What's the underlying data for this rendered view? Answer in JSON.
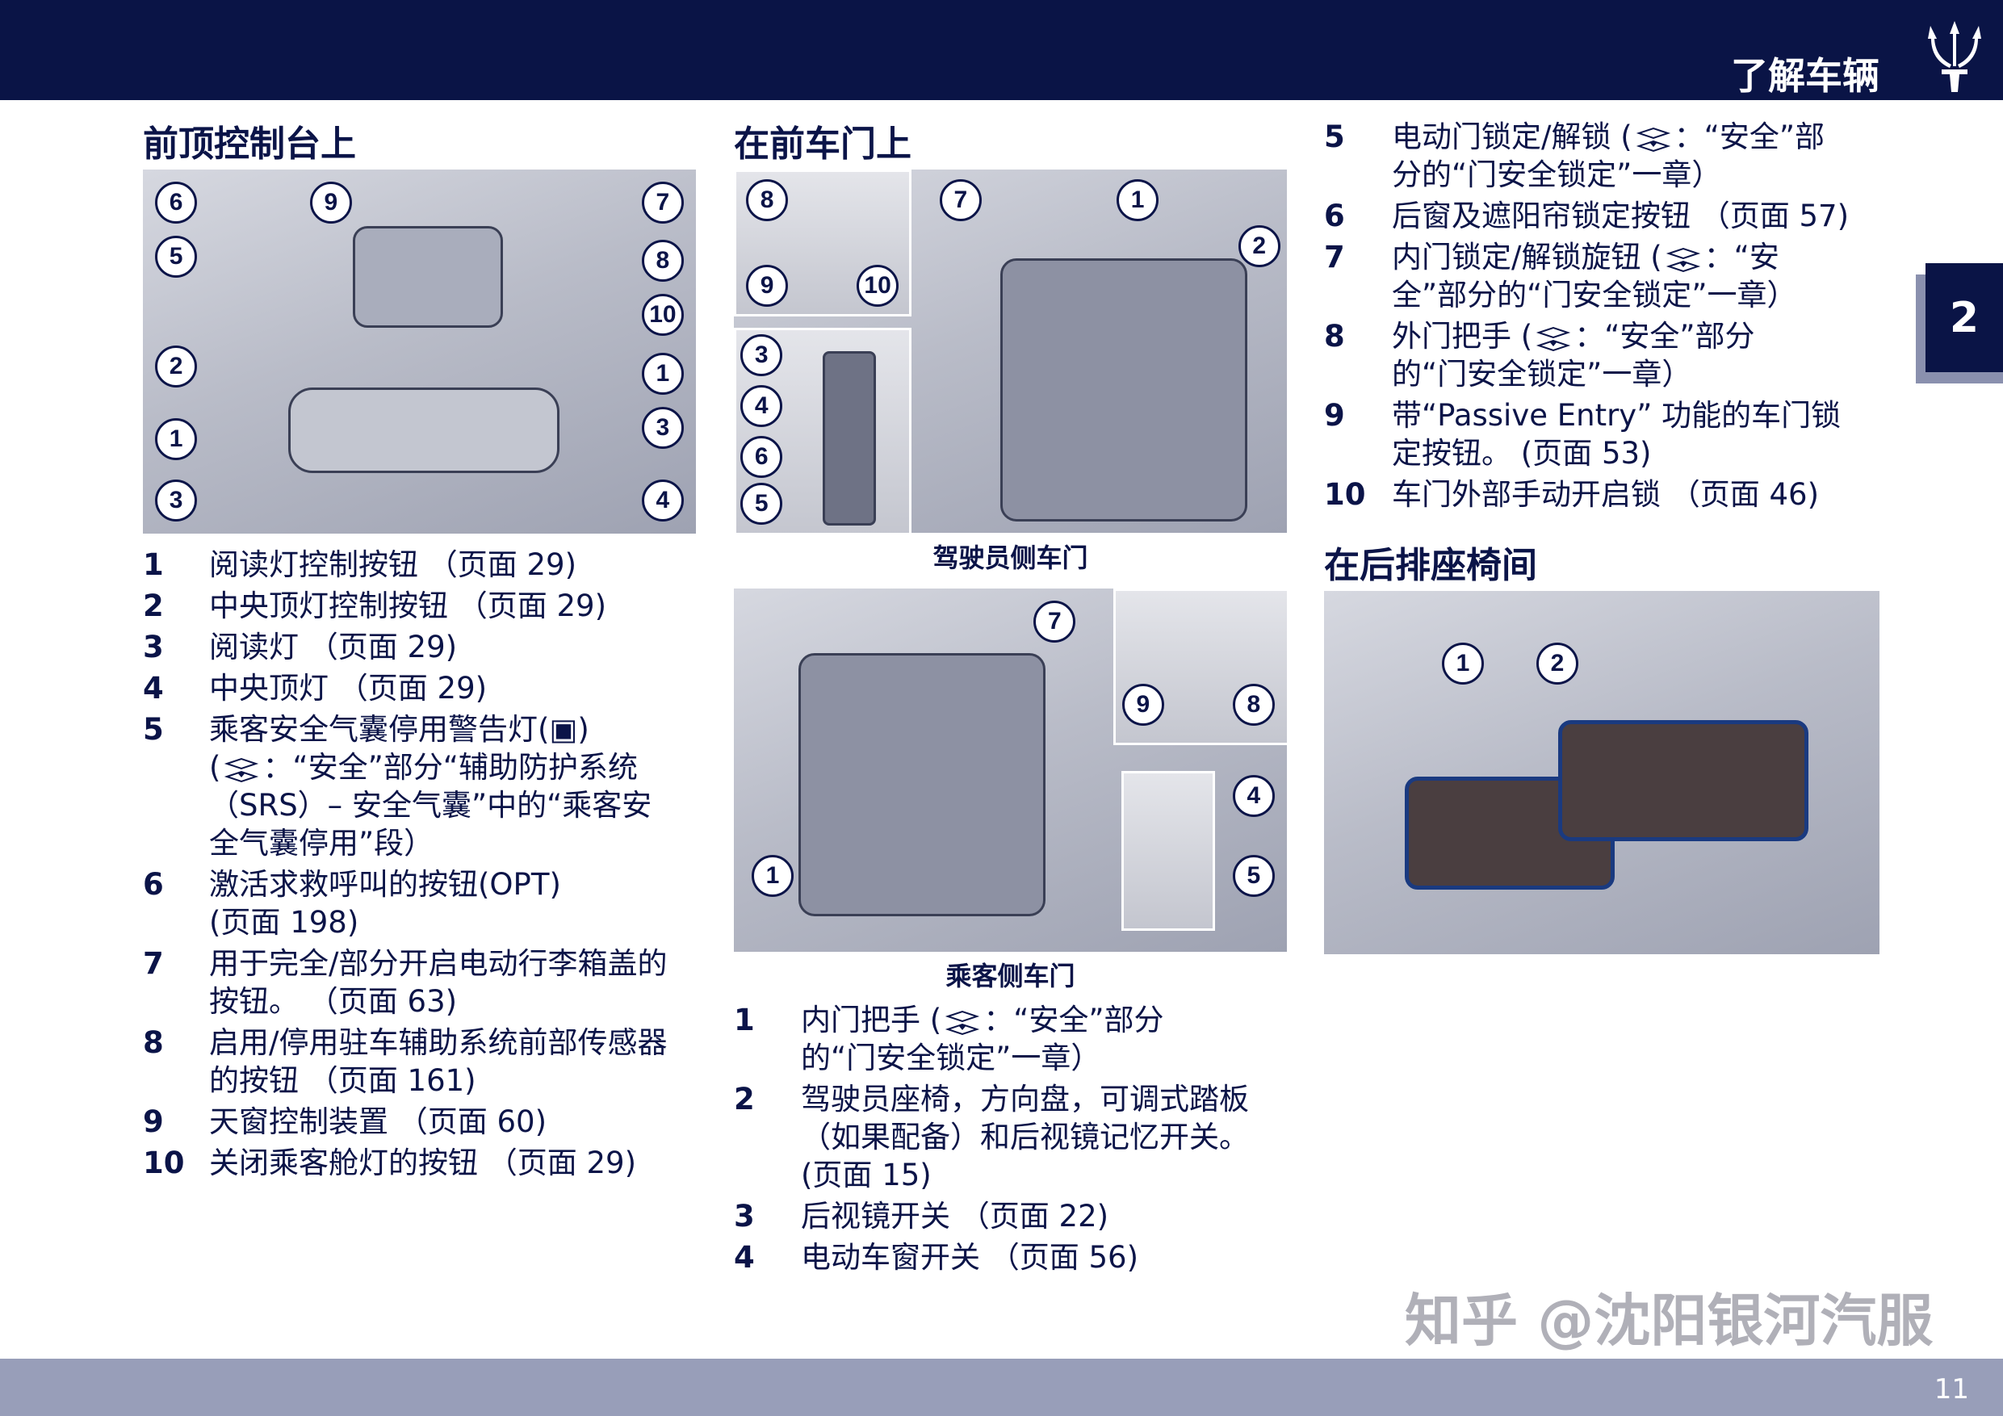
{
  "header": {
    "title": "了解车辆",
    "logo": "maserati-trident-logo",
    "color": "#0a1446"
  },
  "chapter_tab": "2",
  "footer": {
    "page_number": "11",
    "color": "#989eb9"
  },
  "watermark": "知乎 @沈阳银河汽服",
  "col1": {
    "heading": "前顶控制台上",
    "callouts": [
      "6",
      "9",
      "7",
      "5",
      "8",
      "10",
      "2",
      "1",
      "1",
      "3",
      "3",
      "4"
    ],
    "items": [
      {
        "num": "1",
        "lines": [
          [
            "阅读灯控制按钮 （页面 29)"
          ]
        ]
      },
      {
        "num": "2",
        "lines": [
          [
            "中央顶灯控制按钮 （页面 29)"
          ]
        ]
      },
      {
        "num": "3",
        "lines": [
          [
            "阅读灯 （页面 29)"
          ]
        ]
      },
      {
        "num": "4",
        "lines": [
          [
            "中央顶灯 （页面 29)"
          ]
        ]
      },
      {
        "num": "5",
        "lines": [
          [
            "乘客安全气囊停用警告灯(▣)"
          ],
          [
            "(",
            "：“安全”部分“辅助防护系统"
          ],
          [
            "（SRS）– 安全气囊”中的“乘客安"
          ],
          [
            "全气囊停用”段）"
          ]
        ]
      },
      {
        "num": "6",
        "lines": [
          [
            "激活求救呼叫的按钮(OPT)"
          ],
          [
            " (页面 198)"
          ]
        ]
      },
      {
        "num": "7",
        "lines": [
          [
            "用于完全/部分开启电动行李箱盖的"
          ],
          [
            "按钮。 （页面 63)"
          ]
        ]
      },
      {
        "num": "8",
        "lines": [
          [
            "启用/停用驻车辅助系统前部传感器"
          ],
          [
            "的按钮 （页面 161)"
          ]
        ]
      },
      {
        "num": "9",
        "lines": [
          [
            "天窗控制装置 （页面 60)"
          ]
        ]
      },
      {
        "num": "10",
        "lines": [
          [
            "关闭乘客舱灯的按钮 （页面 29)"
          ]
        ]
      }
    ]
  },
  "col2": {
    "heading": "在前车门上",
    "driver_callouts": [
      "8",
      "9",
      "10",
      "7",
      "1",
      "2",
      "3",
      "4",
      "6",
      "5"
    ],
    "driver_caption": "驾驶员侧车门",
    "passenger_callouts": [
      "7",
      "9",
      "8",
      "4",
      "5",
      "1"
    ],
    "passenger_caption": "乘客侧车门",
    "items": [
      {
        "num": "1",
        "lines": [
          [
            "内门把手 (",
            "：“安全”部分"
          ],
          [
            "的“门安全锁定”一章）"
          ]
        ]
      },
      {
        "num": "2",
        "lines": [
          [
            "驾驶员座椅，方向盘，可调式踏板"
          ],
          [
            "（如果配备）和后视镜记忆开关。"
          ],
          [
            " (页面 15)"
          ]
        ]
      },
      {
        "num": "3",
        "lines": [
          [
            "后视镜开关 （页面 22)"
          ]
        ]
      },
      {
        "num": "4",
        "lines": [
          [
            "电动车窗开关 （页面 56)"
          ]
        ]
      }
    ]
  },
  "col3": {
    "items": [
      {
        "num": "5",
        "lines": [
          [
            "电动门锁定/解锁 (",
            "：“安全”部"
          ],
          [
            "分的“门安全锁定”一章）"
          ]
        ]
      },
      {
        "num": "6",
        "lines": [
          [
            "后窗及遮阳帘锁定按钮 （页面 57)"
          ]
        ]
      },
      {
        "num": "7",
        "lines": [
          [
            "内门锁定/解锁旋钮 (",
            "：“安"
          ],
          [
            "全”部分的“门安全锁定”一章）"
          ]
        ]
      },
      {
        "num": "8",
        "lines": [
          [
            "外门把手 (",
            "：“安全”部分"
          ],
          [
            "的“门安全锁定”一章）"
          ]
        ]
      },
      {
        "num": "9",
        "lines": [
          [
            "带“Passive Entry” 功能的车门锁"
          ],
          [
            "定按钮。 (页面 53)"
          ]
        ]
      },
      {
        "num": "10",
        "lines": [
          [
            "车门外部手动开启锁 （页面 46)"
          ]
        ]
      }
    ],
    "heading": "在后排座椅间",
    "callouts": [
      "1",
      "2"
    ]
  }
}
